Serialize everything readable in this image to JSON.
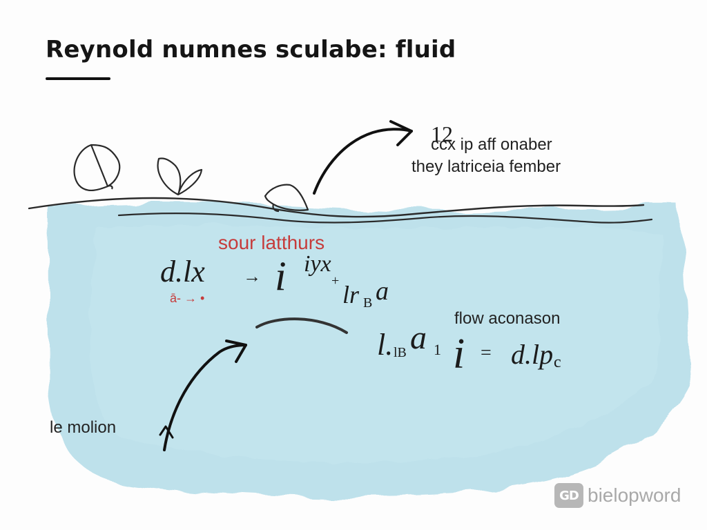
{
  "title": "Reynold numnes sculabe: fluid",
  "annotations": {
    "top_number": "12",
    "top_line1": "ccx ip aff onaber",
    "top_line2": "they latriceia fember",
    "red_label": "sour latthurs",
    "flow_label": "flow aconason",
    "motion_label": "le molion"
  },
  "equations": {
    "left": "d.lx",
    "arrow": "→",
    "i_symbol": "i",
    "superscript": "iyx",
    "plus": "+",
    "subscript_group": "lr",
    "subscript_b": "B",
    "a_symbol": "a",
    "red_small": "ā- → •",
    "middle": "l.",
    "middle_sub": "lB",
    "middle_a": "a",
    "middle_one": "1",
    "right_i": "i",
    "equals": "=",
    "right_term": "d.lp",
    "right_sub": "c"
  },
  "watermark": {
    "logo": "GD",
    "text": "bielopword"
  },
  "colors": {
    "water": "#a9d8e6",
    "red_text": "#c63b3b",
    "ink": "#1b1b1b"
  }
}
